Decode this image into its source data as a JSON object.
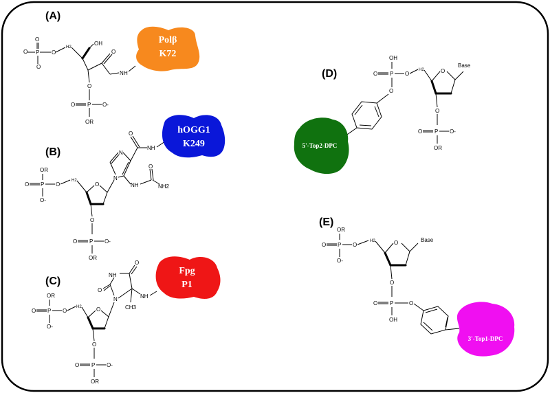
{
  "panels": {
    "a": {
      "label": "(A)",
      "protein": {
        "line1": "Polβ",
        "line2": "K72",
        "color": "#f7891e"
      },
      "atoms": {
        "o_top": "O",
        "o_top_minus": "O-",
        "p1": "P",
        "o_link1": "O",
        "ch2": "H2",
        "oh": "OH",
        "o_carbonyl": "O",
        "nh": "N",
        "h": "H",
        "o3": "O",
        "p2": "P",
        "o_left2": "O",
        "o_right2": "O-",
        "or2": "OR"
      }
    },
    "b": {
      "label": "(B)",
      "protein": {
        "line1": "hOGG1",
        "line2": "K249",
        "color": "#0a17d9"
      },
      "atoms": {
        "or_top": "OR",
        "p1": "P",
        "o_left": "O",
        "o_minus": "O-",
        "o_link": "O",
        "ch2": "H2",
        "o_ring": "O",
        "n1": "N",
        "n2": "N",
        "o_carb": "O",
        "nh_top": "NH",
        "nh_side": "NH",
        "o_urea": "O",
        "nh2": "NH2",
        "o3": "O",
        "p2": "P",
        "o_left2": "O",
        "o_right2": "O-",
        "or2": "OR"
      }
    },
    "c": {
      "label": "(C)",
      "protein": {
        "line1": "Fpg",
        "line2": "P1",
        "color": "#ef1616"
      },
      "atoms": {
        "or_top": "OR",
        "p1": "P",
        "o_left": "O",
        "o_minus": "O-",
        "o_link": "O",
        "ch2": "H2",
        "o_ring": "O",
        "nh_ring": "NH",
        "o_left_carb": "O",
        "o_right_carb": "O",
        "n_ring": "N",
        "ch3": "CH3",
        "nh_link": "NH",
        "o3": "O",
        "p2": "P",
        "o_left2": "O",
        "o_right2": "O-",
        "or2": "OR"
      }
    },
    "d": {
      "label": "(D)",
      "protein": {
        "line1": "5'-Top2-DPC",
        "color": "#10720f"
      },
      "atoms": {
        "oh": "OH",
        "p1": "P",
        "o_left": "O",
        "o_link": "O",
        "o_phenyl": "O",
        "ch2": "H2",
        "o_ring": "O",
        "base": "Base",
        "o3": "O",
        "p2": "P",
        "o_left2": "O",
        "o_right2": "O-",
        "or2": "OR"
      }
    },
    "e": {
      "label": "(E)",
      "protein": {
        "line1": "3'-Top1-DPC",
        "color": "#f00ff1"
      },
      "atoms": {
        "or_top": "OR",
        "p1": "P",
        "o_left": "O",
        "o_minus": "O-",
        "o_link": "O",
        "ch2": "H2",
        "o_ring": "O",
        "base": "Base",
        "o3": "O",
        "p2": "P",
        "o_left2": "O",
        "o_phenyl": "O",
        "oh": "OH"
      }
    }
  }
}
